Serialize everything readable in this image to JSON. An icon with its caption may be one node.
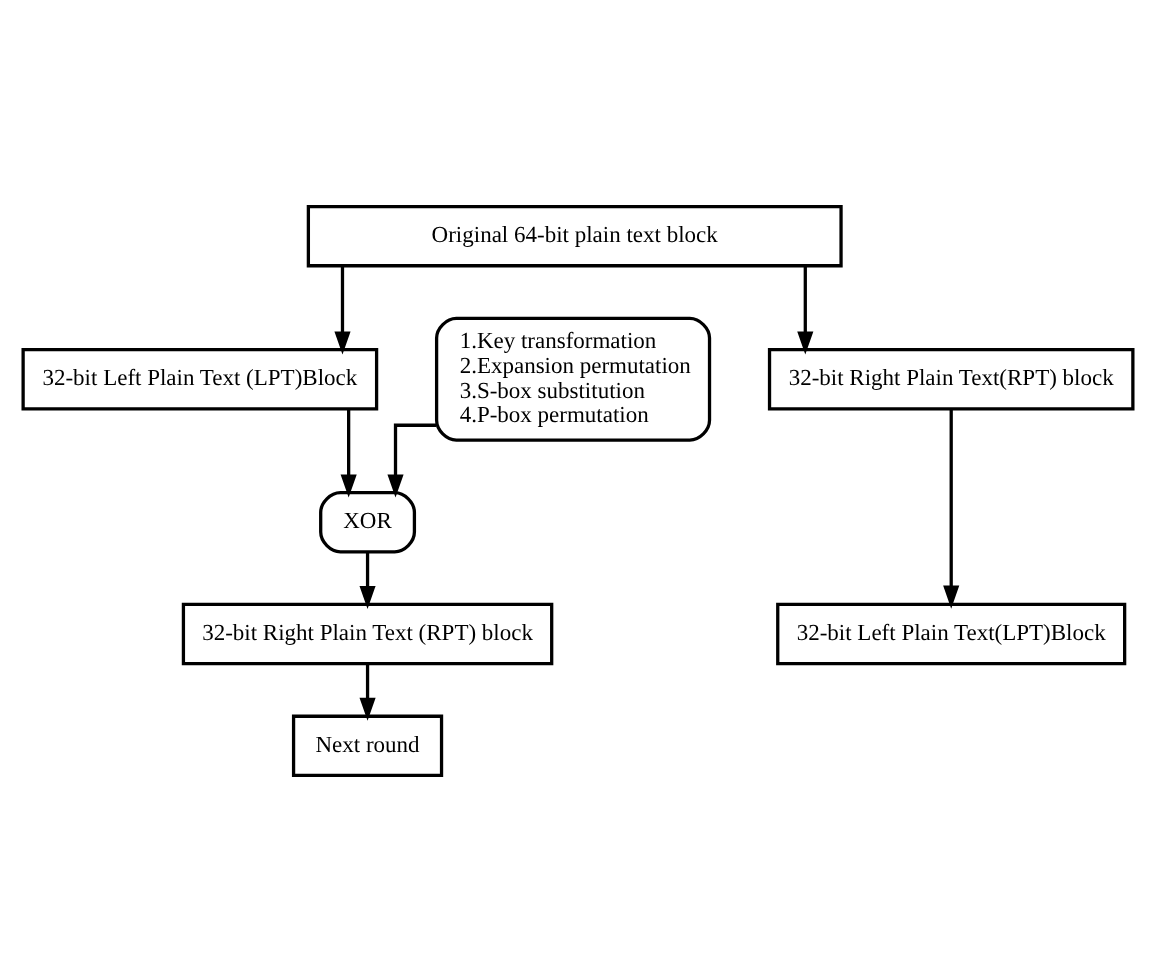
{
  "diagram": {
    "nodes": [
      {
        "text": [
          "Original 64-bit plain text block"
        ]
      },
      {
        "text": [
          "32-bit Left Plain Text (LPT)Block"
        ]
      },
      {
        "text": [
          "32-bit Right Plain Text(RPT) block"
        ]
      },
      {
        "text": [
          "1.Key transformation",
          "2.Expansion permutation",
          "3.S-box substitution",
          "4.P-box permutation"
        ]
      },
      {
        "text": [
          "XOR"
        ]
      },
      {
        "text": [
          "32-bit Left Plain Text(LPT)Block"
        ]
      },
      {
        "text": [
          "32-bit Right Plain Text (RPT) block"
        ]
      },
      {
        "text": [
          "Next round"
        ]
      }
    ],
    "edges": [
      {
        "from": 0,
        "to": 1,
        "arrow": "to"
      },
      {
        "from": 0,
        "to": 2,
        "arrow": "to"
      },
      {
        "from": 1,
        "to": 4,
        "arrow": "to"
      },
      {
        "from": 3,
        "to": 4,
        "arrow": "to"
      },
      {
        "from": 2,
        "to": 5,
        "arrow": "to"
      },
      {
        "from": 4,
        "to": 6,
        "arrow": "to"
      },
      {
        "from": 6,
        "to": 7,
        "arrow": "to"
      }
    ]
  }
}
